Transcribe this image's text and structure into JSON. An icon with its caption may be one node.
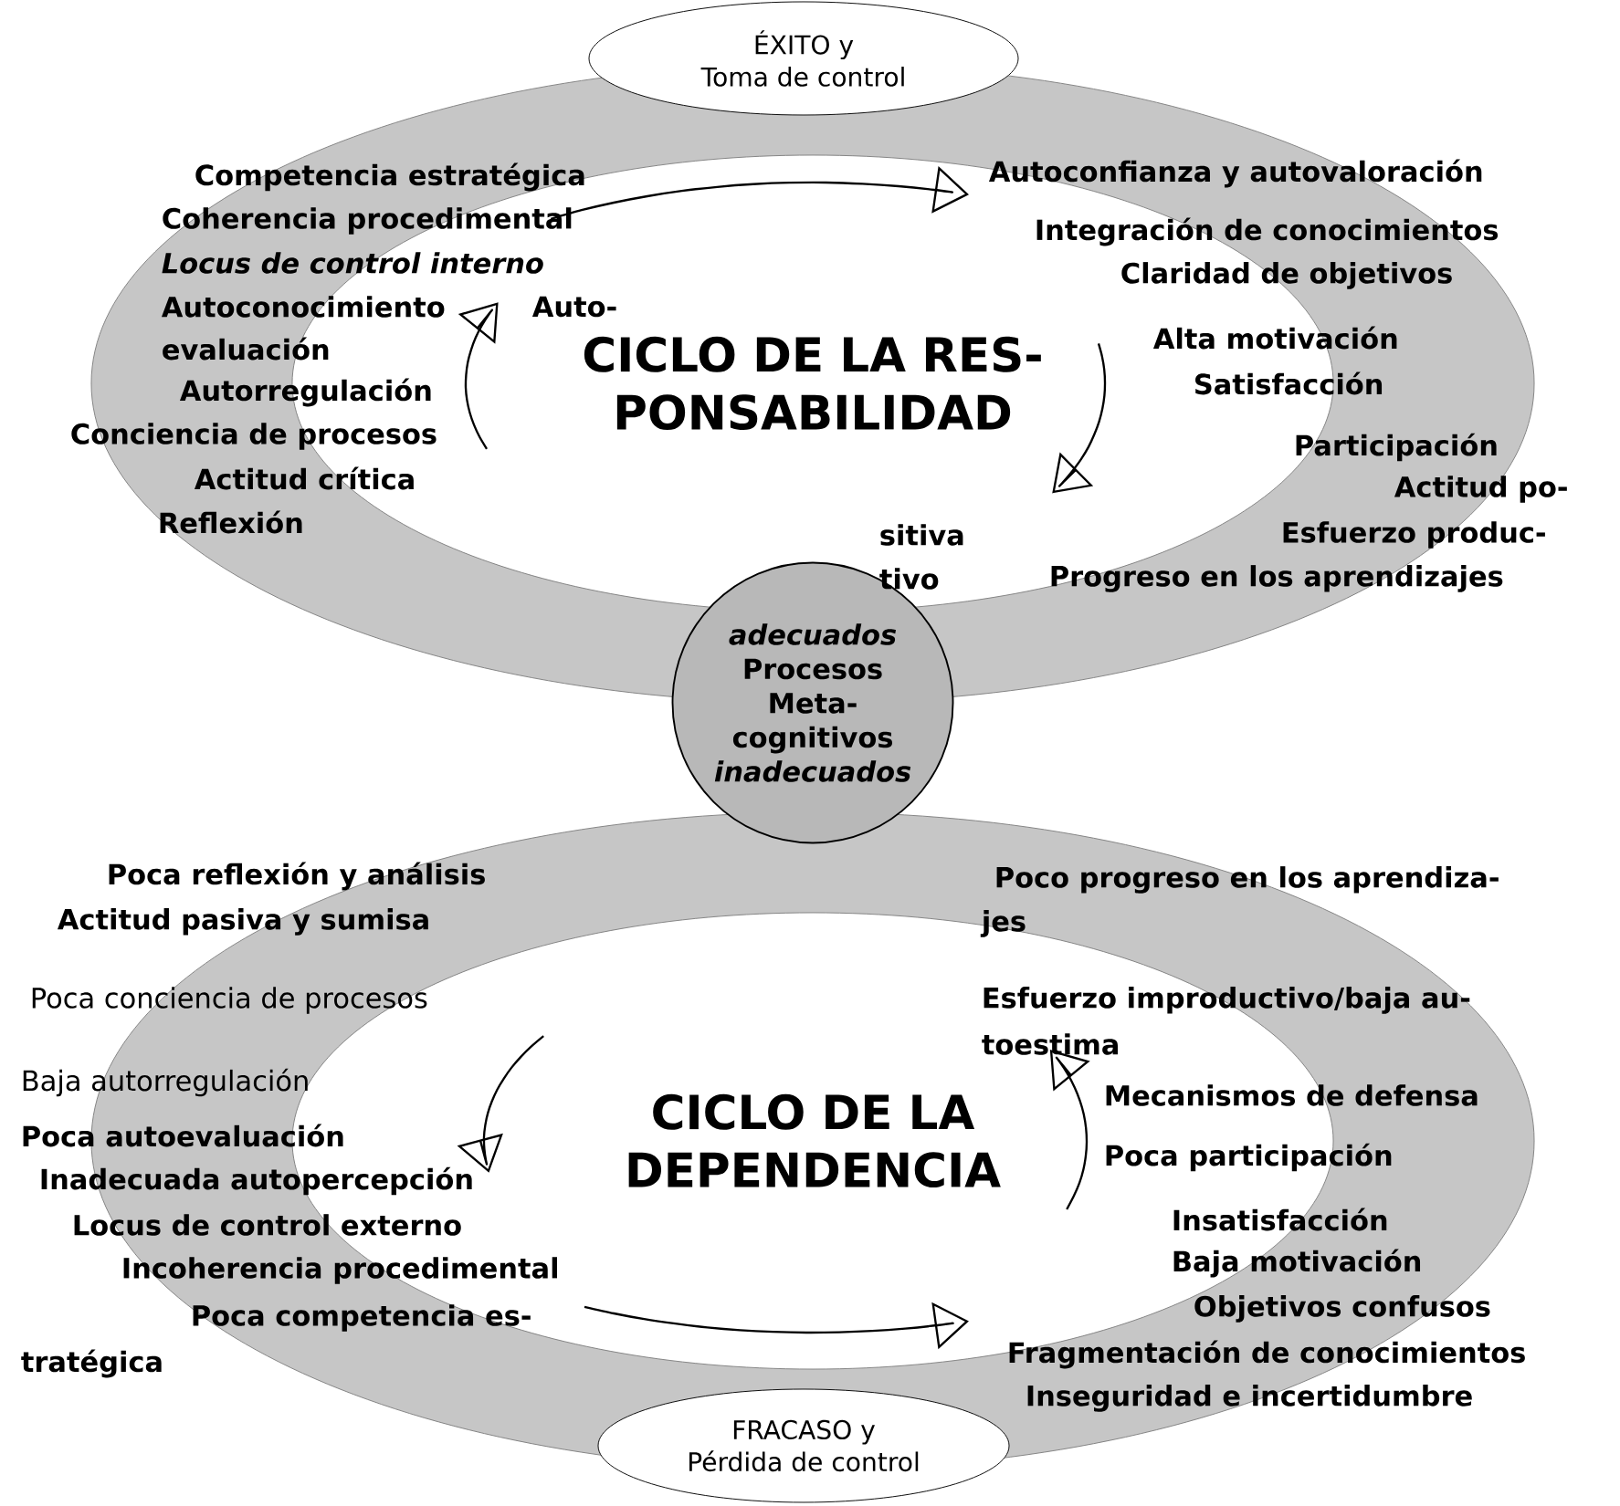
{
  "diagram": {
    "nodes": [
      {
        "text": [
          "ÉXITO y",
          "Toma de control"
        ]
      },
      {
        "text": [
          "CICLO DE LA RES- PONSABILIDAD"
        ]
      },
      {
        "text": [
          "adecuados",
          "Procesos Meta- cognitivos",
          "inadecuados"
        ]
      },
      {
        "text": [
          "CICLO DE LA DEPENDENCIA"
        ]
      },
      {
        "text": [
          "FRACASO y",
          "Pérdida de control"
        ]
      }
    ],
    "labels": [
      "Competencia estratégica",
      "Coherencia procedimental",
      "Locus de control interno",
      "Autoconocimiento",
      "Auto-",
      "evaluación",
      "Autorregulación",
      "Conciencia de procesos",
      "Actitud crítica",
      "Reflexión",
      "Autoconfianza y autovaloración",
      "Integración de conocimientos",
      "Claridad de objetivos",
      "Alta motivación",
      "Satisfacción",
      "Participación",
      "Actitud po-",
      "sitiva",
      "Esfuerzo produc-",
      "tivo",
      "Progreso en los aprendizajes",
      "Poca reflexión y análisis",
      "Actitud pasiva y sumisa",
      "Poca conciencia de procesos",
      "Baja autorregulación",
      "Poca autoevaluación",
      "Inadecuada autopercepción",
      "Locus de control externo",
      "Incoherencia procedimental",
      "Poca competencia es-",
      "tratégica",
      "Poco progreso en los aprendiza-",
      "jes",
      "Esfuerzo improductivo/baja au-",
      "toestima",
      "Mecanismos de defensa",
      "Poca participación",
      "Insatisfacción",
      "Baja motivación",
      "Objetivos confusos",
      "Fragmentación de conocimientos",
      "Inseguridad e incertidumbre"
    ]
  }
}
